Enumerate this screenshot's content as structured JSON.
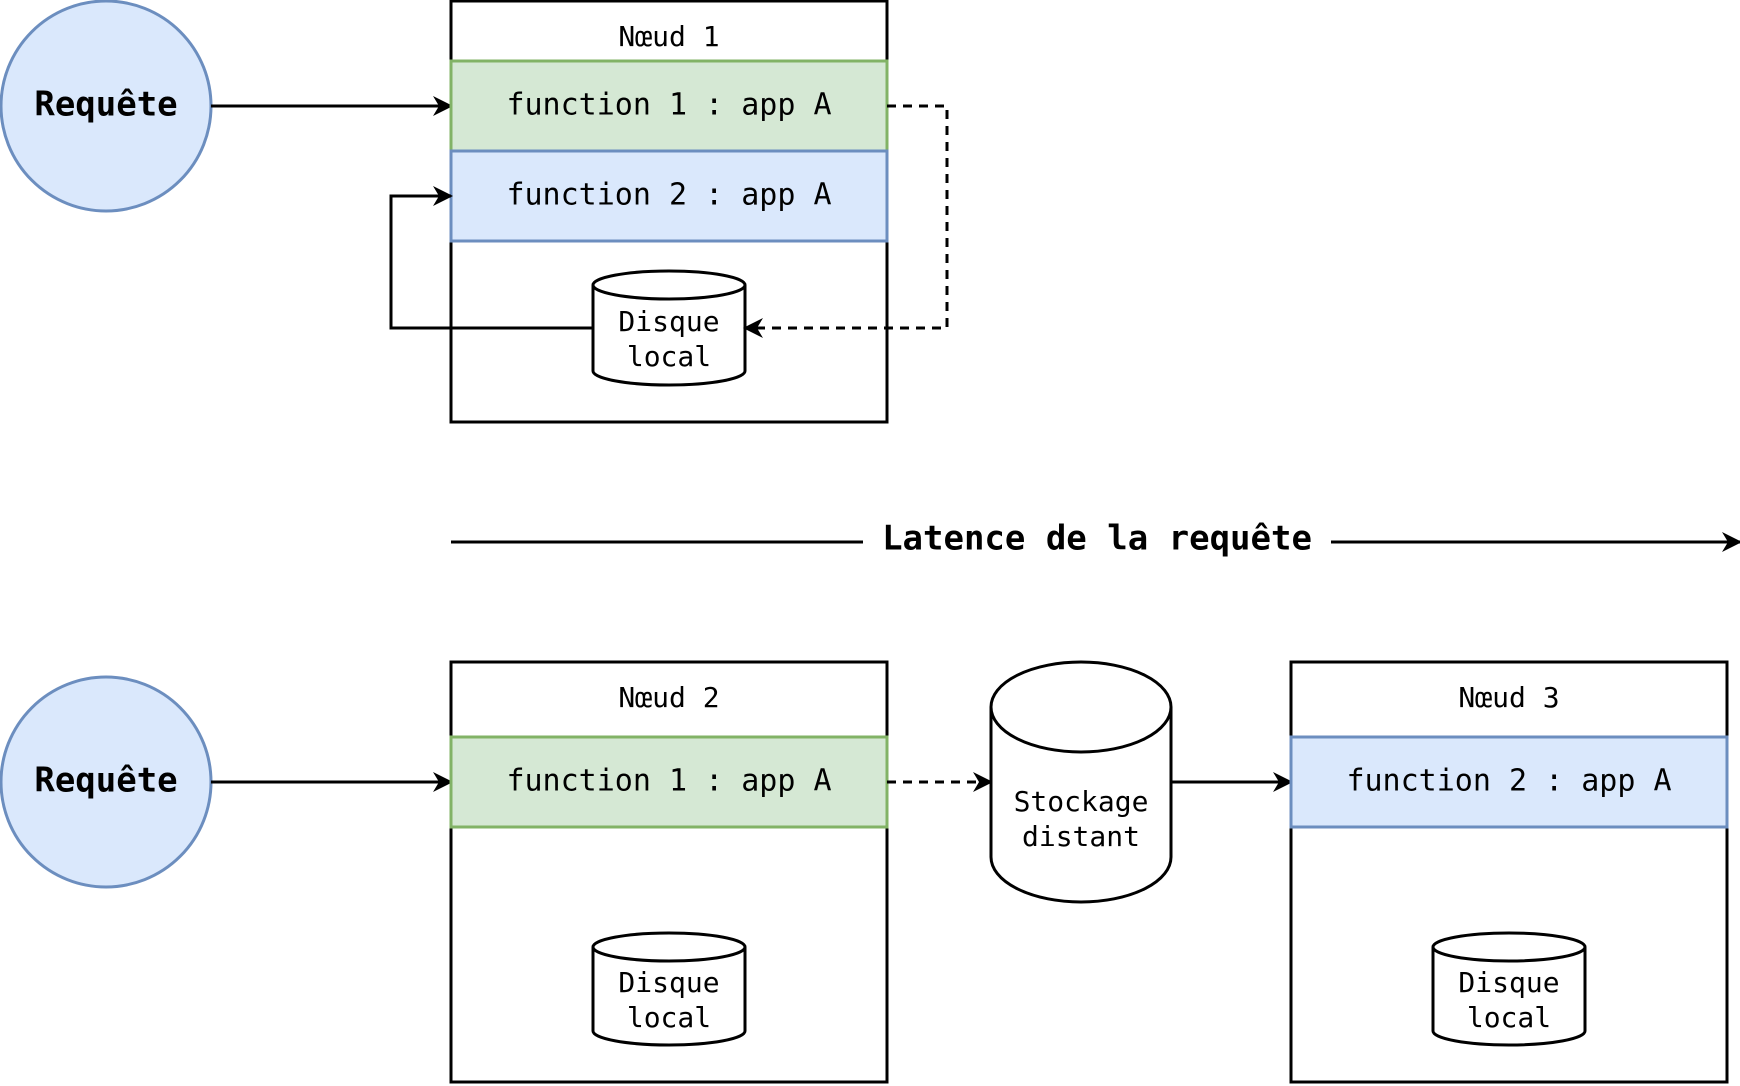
{
  "colors": {
    "request_fill": "#dae8fc",
    "request_stroke": "#6c8ebf",
    "green_fill": "#d5e8d4",
    "green_stroke": "#82b366",
    "blue_fill": "#dae8fc",
    "blue_stroke": "#6c8ebf",
    "line": "#000000"
  },
  "top": {
    "request_label": "Requête",
    "node_title": "Nœud 1",
    "function1_label": "function 1 : app A",
    "function2_label": "function 2 : app A",
    "disk_line1": "Disque",
    "disk_line2": "local"
  },
  "latency_label": "Latence de la requête",
  "bottom": {
    "request_label": "Requête",
    "node2_title": "Nœud 2",
    "node2_function_label": "function 1 : app A",
    "node2_disk_line1": "Disque",
    "node2_disk_line2": "local",
    "remote_line1": "Stockage",
    "remote_line2": "distant",
    "node3_title": "Nœud 3",
    "node3_function_label": "function 2 : app A",
    "node3_disk_line1": "Disque",
    "node3_disk_line2": "local"
  }
}
